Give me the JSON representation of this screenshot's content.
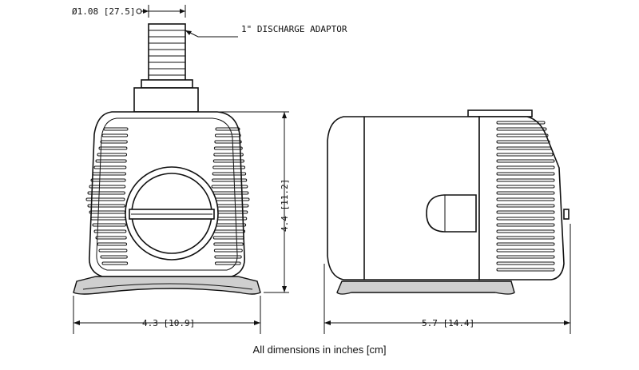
{
  "labels": {
    "diameter": "Ø1.08 [27.5]",
    "discharge": "1\" DISCHARGE ADAPTOR",
    "height": "4.4 [11.2]",
    "width_front": "4.3 [10.9]",
    "length_side": "5.7 [14.4]",
    "caption": "All dimensions in inches [cm]"
  },
  "colors": {
    "line": "#111111",
    "background": "#ffffff",
    "base_fill": "#cfcfcf"
  }
}
